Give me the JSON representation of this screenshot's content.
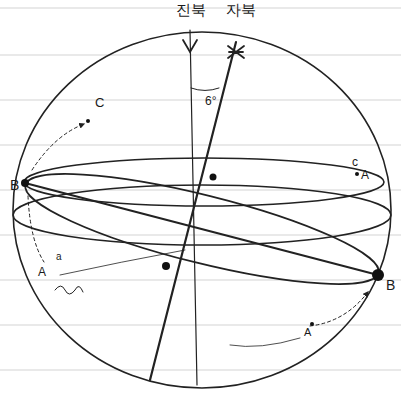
{
  "diagram": {
    "labels": [
      "진북",
      "자북",
      "6°",
      "C",
      "B",
      "c",
      "A",
      "a",
      "A",
      "B",
      "A"
    ]
  }
}
